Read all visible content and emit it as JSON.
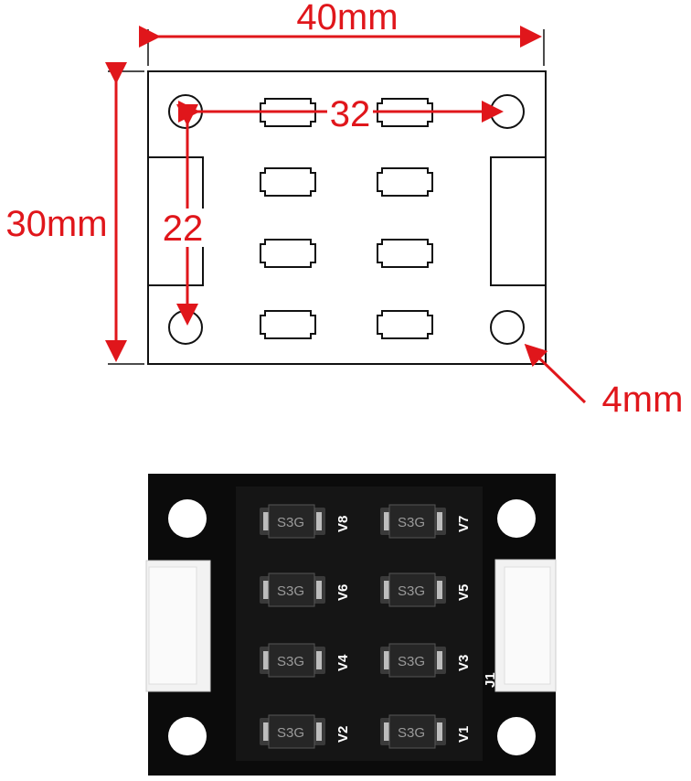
{
  "dimensions": {
    "width": "40mm",
    "height": "30mm",
    "hole_spacing_x": "32",
    "hole_spacing_y": "22",
    "hole_diameter": "4mm"
  },
  "colors": {
    "dimension": "#e0161b",
    "pcb": "#0b0b0b",
    "connector": "#f2f2f2"
  },
  "board": {
    "diodes": [
      {
        "label": "V8",
        "marking": "S3G"
      },
      {
        "label": "V7",
        "marking": "S3G"
      },
      {
        "label": "V6",
        "marking": "S3G"
      },
      {
        "label": "V5",
        "marking": "S3G"
      },
      {
        "label": "V4",
        "marking": "S3G"
      },
      {
        "label": "V3",
        "marking": "S3G"
      },
      {
        "label": "V2",
        "marking": "S3G"
      },
      {
        "label": "V1",
        "marking": "S3G"
      }
    ],
    "connector_label": "J1"
  }
}
